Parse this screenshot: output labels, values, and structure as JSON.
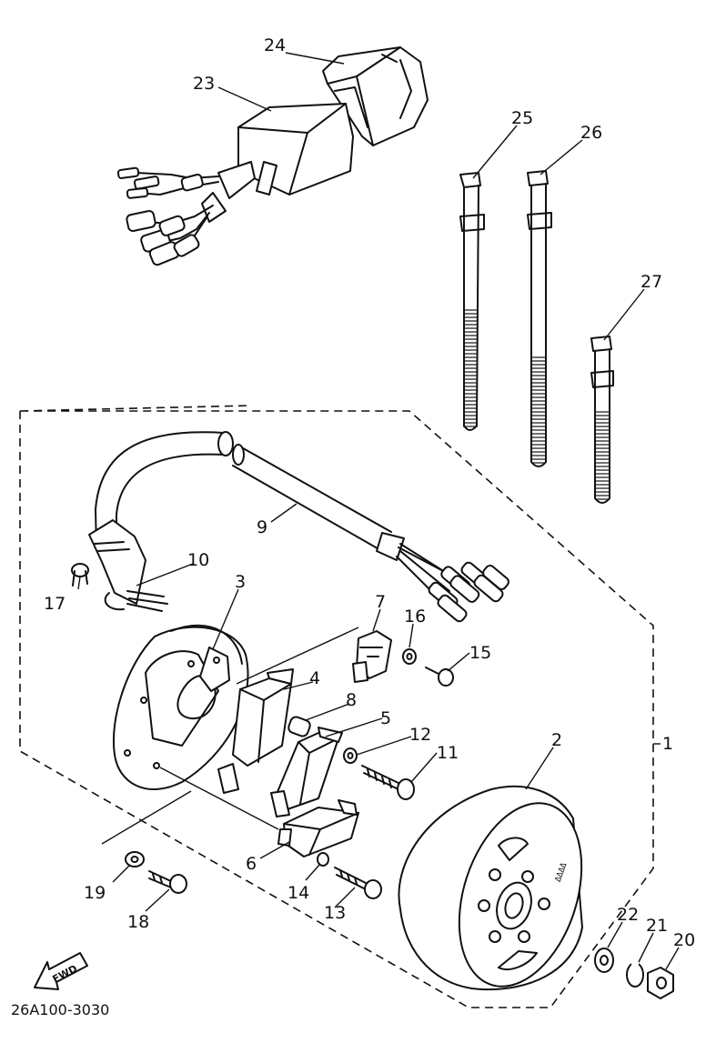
{
  "figure_code": "26A100-3030",
  "fwd_label": "FWD",
  "rotor_marking": "ΔΔΔΔ",
  "callouts": [
    "1",
    "2",
    "3",
    "4",
    "5",
    "6",
    "7",
    "8",
    "9",
    "10",
    "11",
    "12",
    "13",
    "14",
    "15",
    "16",
    "17",
    "18",
    "19",
    "20",
    "21",
    "22",
    "23",
    "24",
    "25",
    "26",
    "27"
  ]
}
